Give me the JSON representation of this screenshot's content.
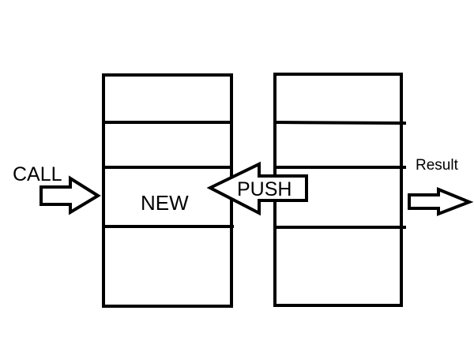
{
  "labels": {
    "call": "CALL",
    "new": "NEW",
    "push": "PUSH",
    "result": "Result"
  },
  "colors": {
    "stroke": "#000000",
    "background": "#ffffff"
  }
}
